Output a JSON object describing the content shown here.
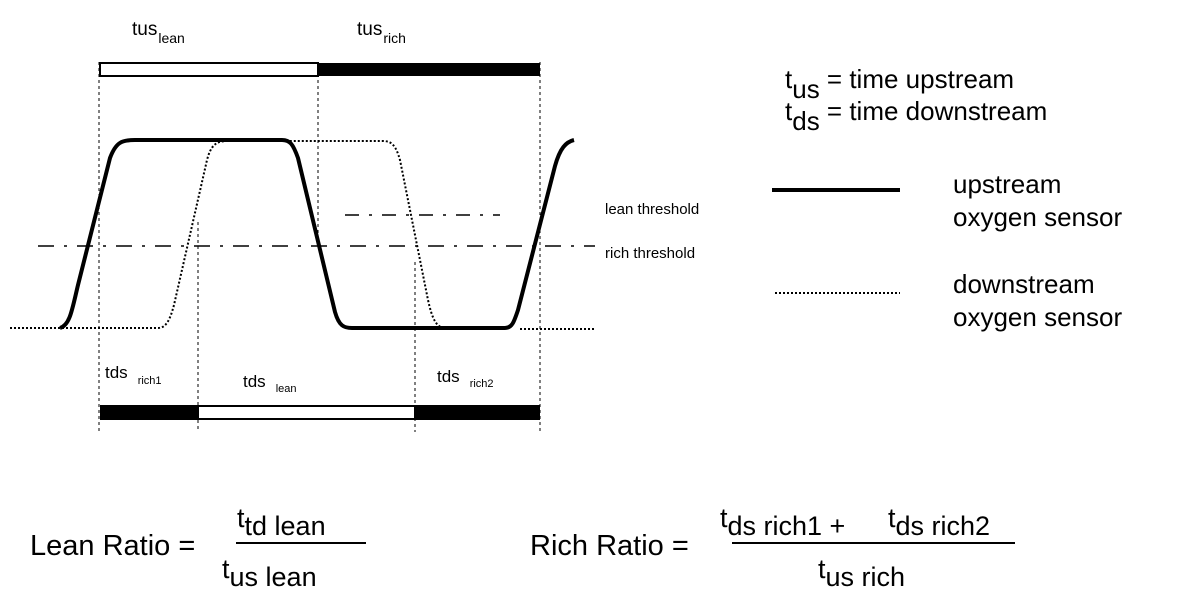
{
  "labels": {
    "tus_lean": {
      "main": "tus",
      "sub": "lean"
    },
    "tus_rich": {
      "main": "tus",
      "sub": "rich"
    },
    "tds_rich1": {
      "main": "tds",
      "sub": "rich1"
    },
    "tds_lean": {
      "main": "tds",
      "sub": "lean"
    },
    "tds_rich2": {
      "main": "tds",
      "sub": "rich2"
    },
    "lean_threshold": "lean threshold",
    "rich_threshold": "rich threshold"
  },
  "definitions": {
    "tus": {
      "main": "t",
      "sub": "us",
      "rest": " = time upstream"
    },
    "tds": {
      "main": "t",
      "sub": "ds",
      "rest": " = time downstream"
    }
  },
  "legend": {
    "upstream": {
      "line1": "upstream",
      "line2": "oxygen sensor"
    },
    "downstream": {
      "line1": "downstream",
      "line2": "oxygen sensor"
    }
  },
  "formulas": {
    "lean": {
      "label": "Lean Ratio =",
      "num_main": "t",
      "num_sub": "td lean",
      "den_main": "t",
      "den_sub": "us lean"
    },
    "rich": {
      "label": "Rich Ratio =",
      "num1_main": "t",
      "num1_sub": "ds rich1 +",
      "num2_main": "t",
      "num2_sub": "ds rich2",
      "den_main": "t",
      "den_sub": "us rich"
    }
  }
}
